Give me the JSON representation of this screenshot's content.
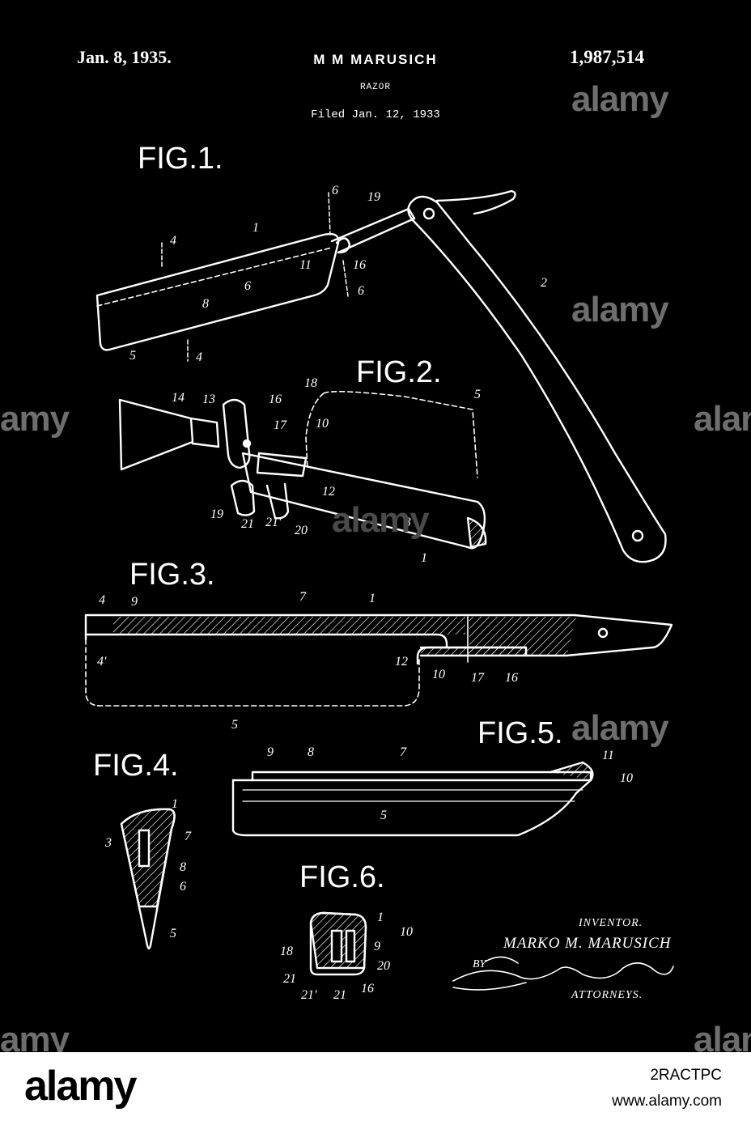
{
  "header": {
    "date": "Jan. 8, 1935.",
    "inventor": "M M MARUSICH",
    "title": "RAZOR",
    "filed": "Filed Jan. 12, 1933",
    "patent_number": "1,987,514"
  },
  "figures": {
    "fig1": "FIG.1.",
    "fig2": "FIG.2.",
    "fig3": "FIG.3.",
    "fig4": "FIG.4.",
    "fig5": "FIG.5.",
    "fig6": "FIG.6."
  },
  "reference_numerals": {
    "fig1": [
      "1",
      "2",
      "4",
      "4",
      "5",
      "6",
      "6",
      "6",
      "8",
      "11",
      "16",
      "19"
    ],
    "fig2": [
      "14",
      "13",
      "16",
      "18",
      "5",
      "17",
      "10",
      "12",
      "3",
      "19",
      "21",
      "21'",
      "20",
      "1"
    ],
    "fig3": [
      "4",
      "9",
      "7",
      "1",
      "4'",
      "12",
      "10",
      "17",
      "16",
      "5"
    ],
    "fig4": [
      "1",
      "3",
      "7",
      "8",
      "6",
      "5"
    ],
    "fig5": [
      "9",
      "8",
      "7",
      "11",
      "10",
      "5"
    ],
    "fig6": [
      "1",
      "10",
      "9",
      "18",
      "20",
      "21",
      "21'",
      "21",
      "16"
    ]
  },
  "signature": {
    "inventor_label": "INVENTOR.",
    "inventor_name": "MARKO M. MARUSICH",
    "by_label": "BY",
    "attorneys_label": "ATTORNEYS."
  },
  "watermarks": {
    "brand": "alamy",
    "partial_left": "amy",
    "partial_right": "alan"
  },
  "footer": {
    "logo": "alamy",
    "image_id": "2RACTPC",
    "url": "www.alamy.com"
  },
  "colors": {
    "background": "#000000",
    "drawing": "#ffffff",
    "watermark": "#6e6e6e",
    "footer": "#ffffff"
  }
}
